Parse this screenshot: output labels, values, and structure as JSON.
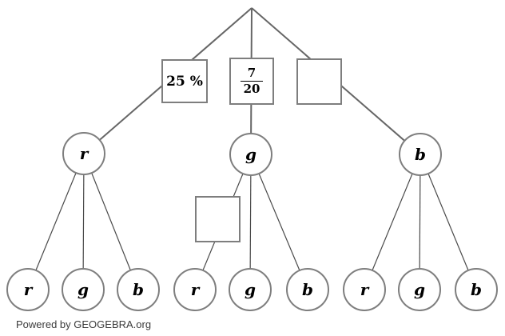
{
  "colors": {
    "background": "#ffffff",
    "branch_line_top": "#666666",
    "branch_line_child": "#4a4a4a",
    "node_stroke": "#7e7e7e",
    "box_stroke": "#7e7e7e",
    "label_text": "#000000",
    "footer_text": "#3b3b3b"
  },
  "tree": {
    "branch_labels": {
      "left_percent": "25 %",
      "middle_fraction_numerator": "7",
      "middle_fraction_denominator": "20",
      "right_empty": ""
    },
    "level2_empty_box": "",
    "level1": [
      {
        "label": "r"
      },
      {
        "label": "g"
      },
      {
        "label": "b"
      }
    ],
    "level2": [
      {
        "label": "r"
      },
      {
        "label": "g"
      },
      {
        "label": "b"
      },
      {
        "label": "r"
      },
      {
        "label": "g"
      },
      {
        "label": "b"
      },
      {
        "label": "r"
      },
      {
        "label": "g"
      },
      {
        "label": "b"
      }
    ]
  },
  "footer": {
    "text": "Powered by GEOGEBRA.org"
  }
}
